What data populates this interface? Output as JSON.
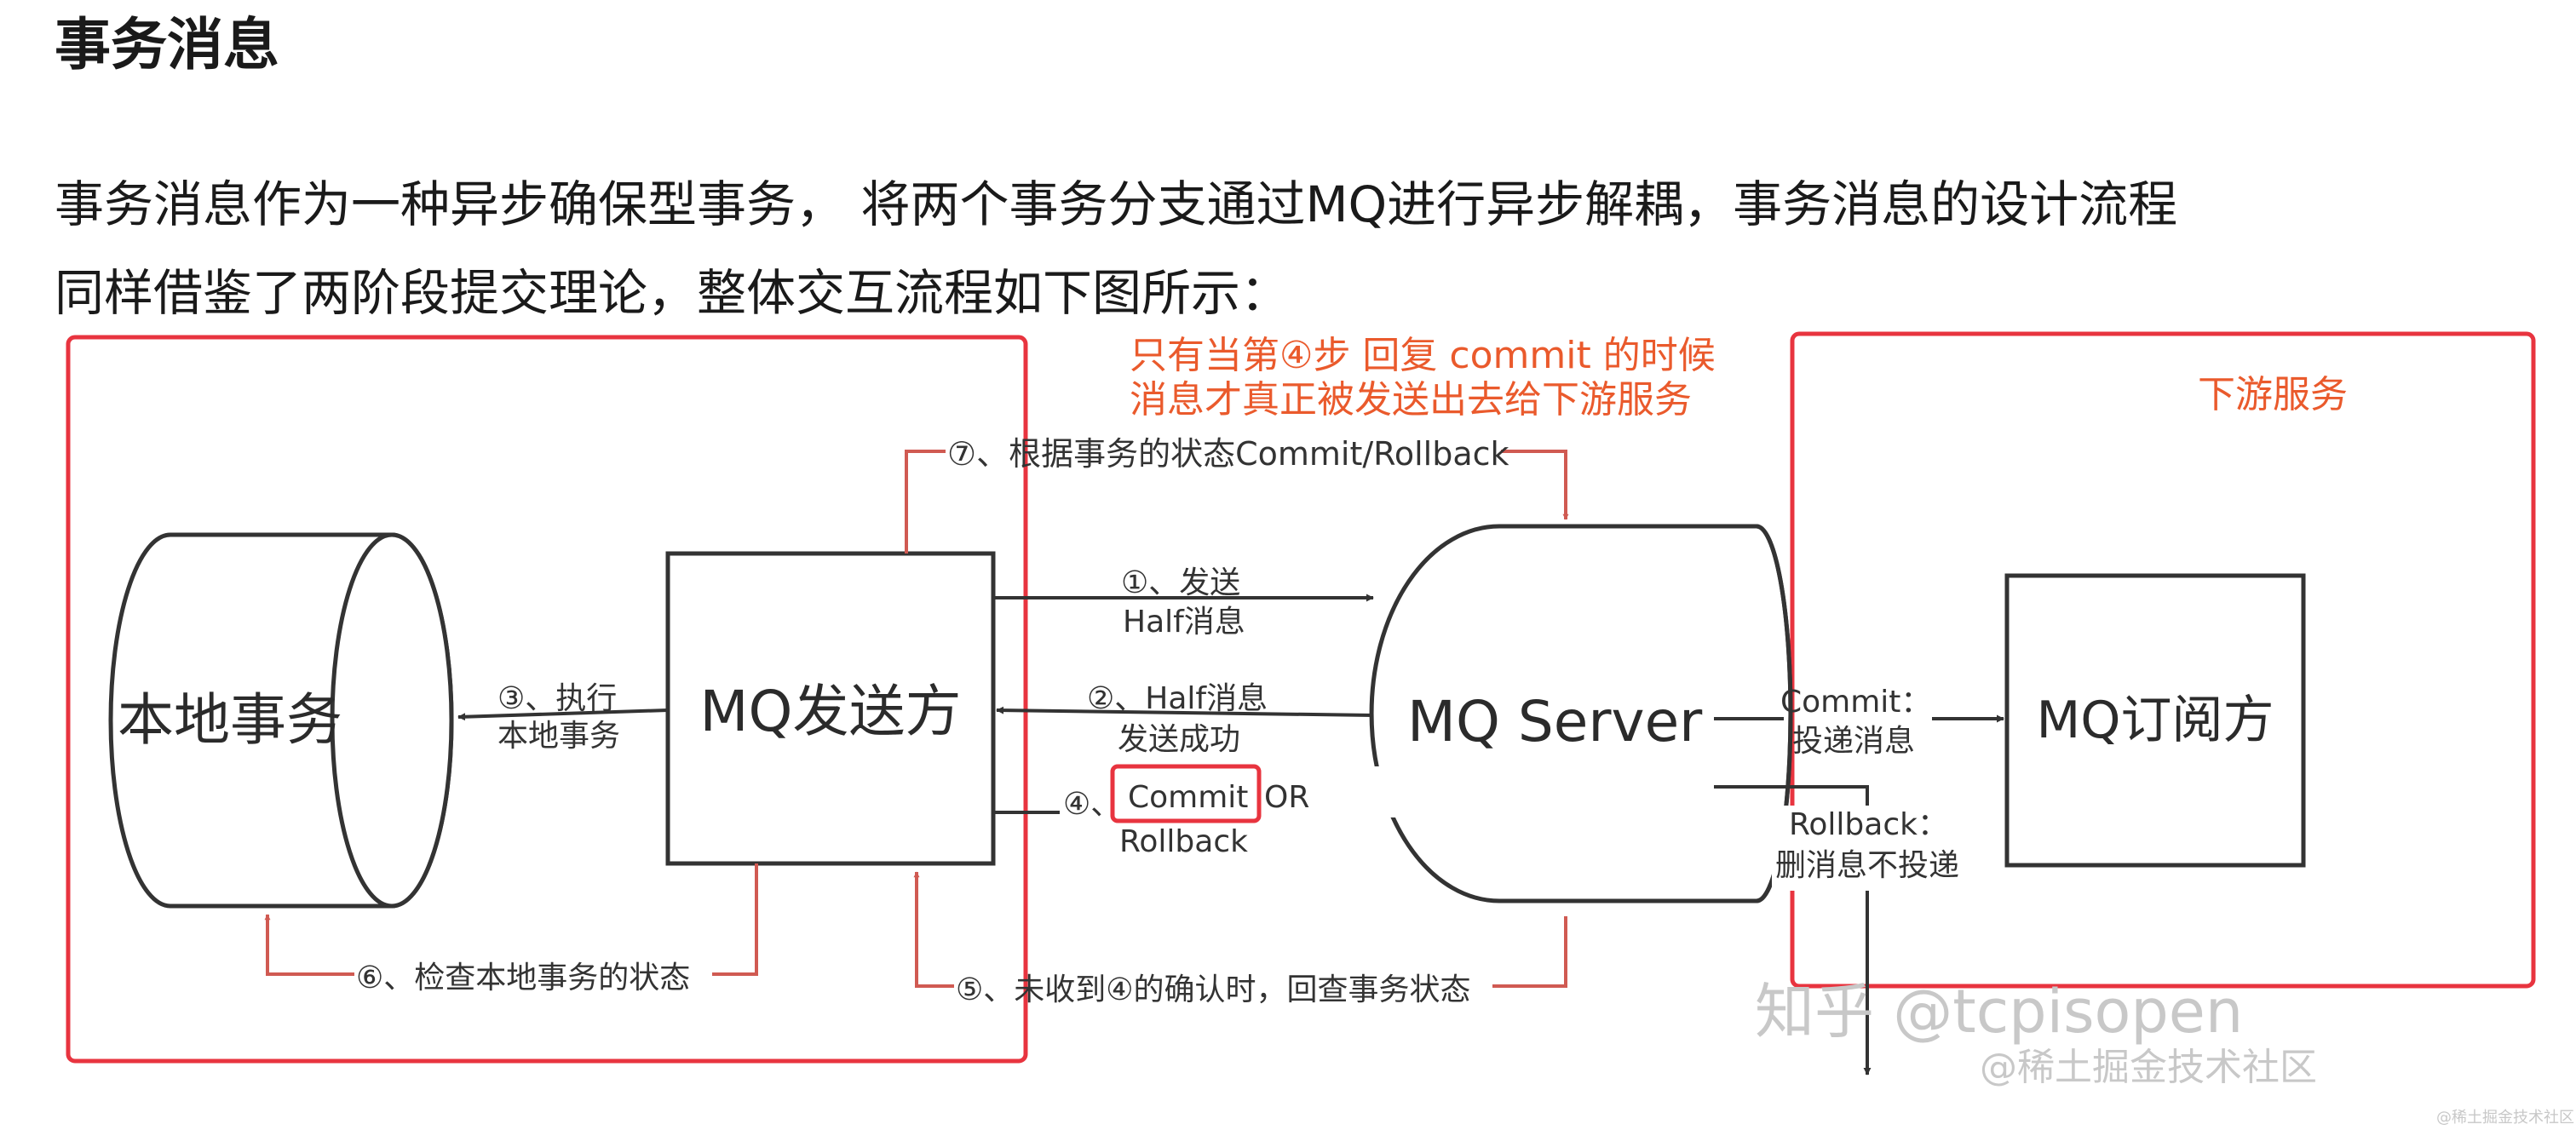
{
  "heading": "事务消息",
  "paragraph": {
    "line1": "事务消息作为一种异步确保型事务， 将两个事务分支通过MQ进行异步解耦，事务消息的设计流程",
    "line2": "同样借鉴了两阶段提交理论，整体交互流程如下图所示："
  },
  "colors": {
    "annotation_red": "#ea5a2c",
    "box_red": "#e8343f",
    "flow_red": "#d05a52",
    "ink": "#333333"
  },
  "diagram": {
    "local_tx": "本地事务",
    "sender": "MQ发送方",
    "server": "MQ Server",
    "subscriber": "MQ订阅方",
    "step7": "⑦、根据事务的状态Commit/Rollback",
    "step1_line1": "①、发送",
    "step1_line2": "Half消息",
    "step2_line1": "②、Half消息",
    "step2_line2": "发送成功",
    "step3_line1": "③、执行",
    "step3_line2": "本地事务",
    "step4_prefix": "④、",
    "step4_commit": "Commit",
    "step4_or": "OR",
    "step4_line2": "Rollback",
    "step6": "⑥、检查本地事务的状态",
    "step5": "⑤、未收到④的确认时，回查事务状态",
    "commit_line1": "Commit：",
    "commit_line2": "投递消息",
    "rollback_line1": "Rollback：",
    "rollback_line2": "删消息不投递",
    "note_line1": "只有当第④步 回复 commit 的时候",
    "note_line2": "消息才真正被发送出去给下游服务",
    "downstream_label": "下游服务",
    "watermark1": "知乎 @tcpisopen",
    "watermark2": "@稀土掘金技术社区",
    "watermark3": "@稀土掘金技术社区"
  }
}
